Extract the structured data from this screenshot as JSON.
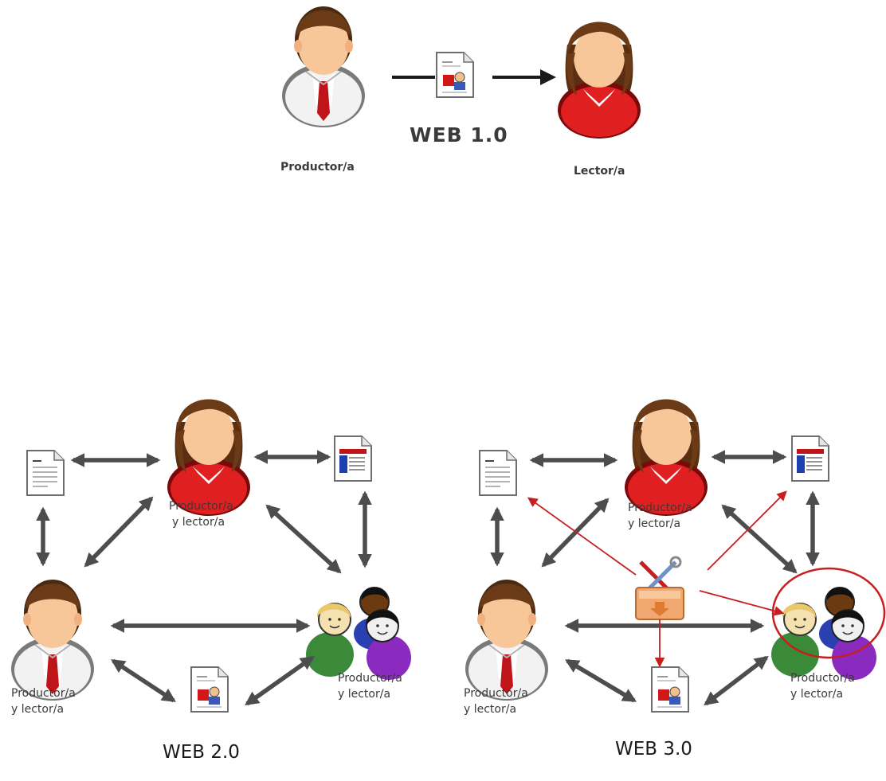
{
  "web1": {
    "title": "WEB 1.0",
    "producer_label": "Productor/a",
    "reader_label": "Lector/a"
  },
  "web2": {
    "title": "WEB 2.0",
    "woman_label": [
      "Productor/a",
      "y lector/a"
    ],
    "man_label": [
      "Productor/a",
      "y lector/a"
    ],
    "group_label": [
      "Productor/a",
      "y lector/a"
    ]
  },
  "web3": {
    "title": "WEB 3.0",
    "woman_label": [
      "Productor/a",
      "y lector/a"
    ],
    "man_label": [
      "Productor/a",
      "y lector/a"
    ],
    "group_label": [
      "Productor/a",
      "y lector/a"
    ]
  },
  "colors": {
    "arrow": "#4d4d4d",
    "semantic_arrow": "#c81e1e",
    "highlight_circle": "#c81e1e",
    "woman_shirt": "#e02020",
    "man_tie": "#c0141b",
    "hair": "#6b3a17",
    "skin": "#f7c79a"
  },
  "icons": [
    "man-user-icon",
    "woman-user-icon",
    "text-document-icon",
    "spreadsheet-document-icon",
    "image-document-icon",
    "user-group-icon",
    "tools-box-icon"
  ]
}
